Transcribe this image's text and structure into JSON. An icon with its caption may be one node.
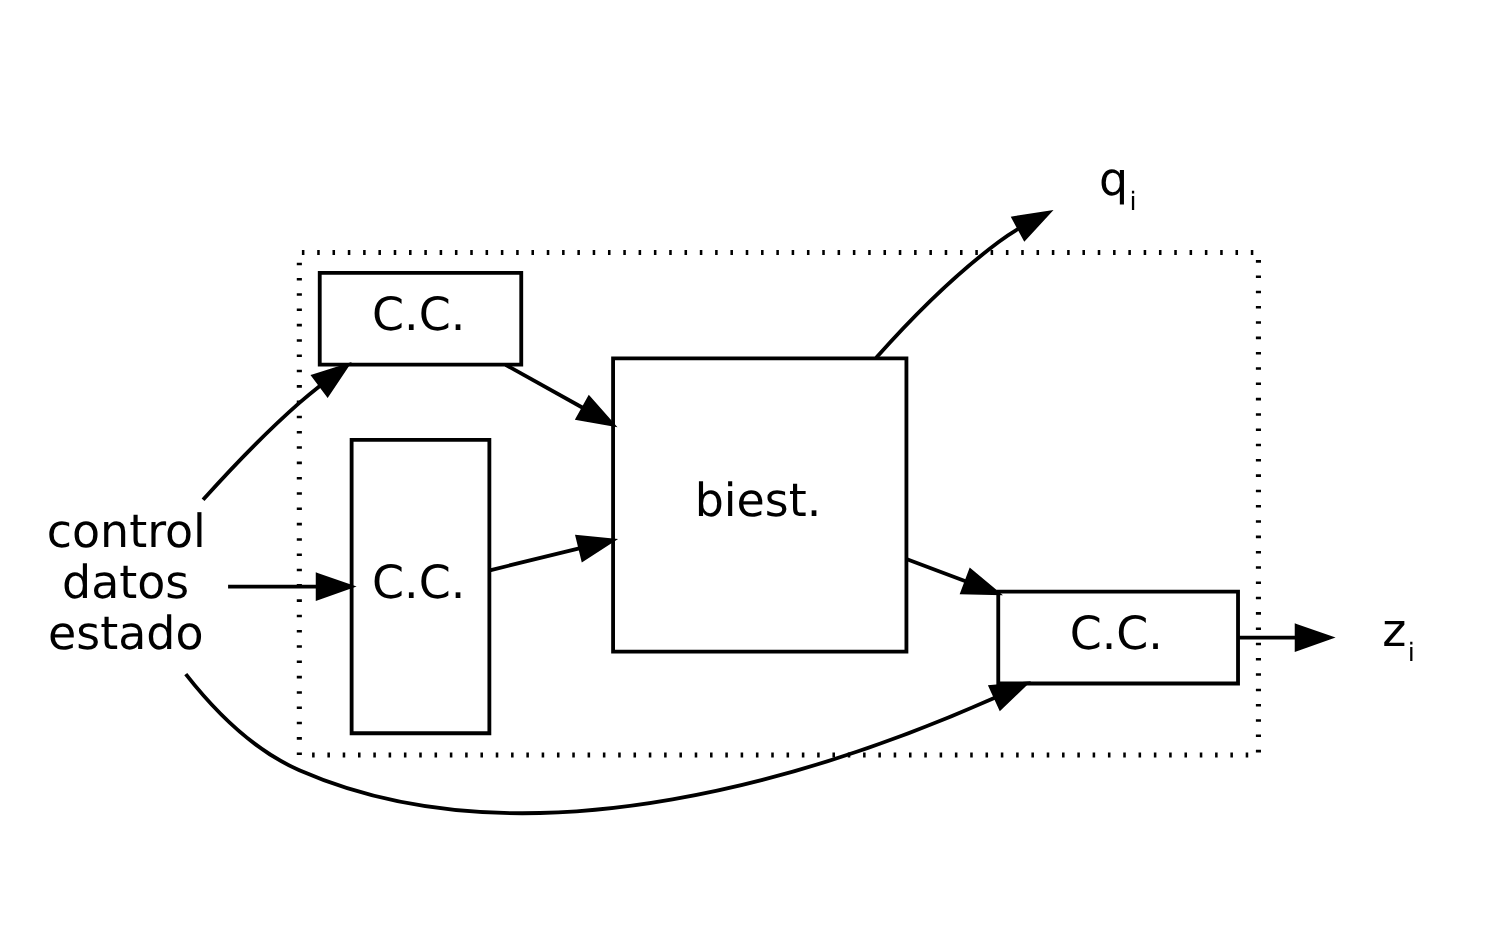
{
  "diagram": {
    "nodes": [
      {
        "text": [],
        "shape": "box"
      },
      {
        "text": [
          "control datos estado"
        ]
      },
      {
        "text": [
          "C.C."
        ],
        "in": 0
      },
      {
        "text": [
          "C.C."
        ],
        "in": 0
      },
      {
        "text": [
          "biest."
        ],
        "in": 0
      },
      {
        "text": [
          "C.C."
        ],
        "in": 0
      },
      {
        "text": [
          "q$_{i}$"
        ]
      },
      {
        "text": [
          "z$_{i}$"
        ]
      }
    ],
    "edges": [
      {
        "from": 1,
        "to": 3,
        "arrow": "to"
      },
      {
        "from": 1,
        "to": 2,
        "arrow": "to"
      },
      {
        "from": 1,
        "to": 5,
        "arrow": "to"
      },
      {
        "from": 2,
        "to": 4,
        "arrow": "to"
      },
      {
        "from": 3,
        "to": 4,
        "arrow": "to"
      },
      {
        "from": 4,
        "to": 6,
        "arrow": "to"
      },
      {
        "from": 4,
        "to": 5,
        "arrow": "to"
      },
      {
        "from": 5,
        "to": 7,
        "arrow": "to"
      }
    ]
  }
}
